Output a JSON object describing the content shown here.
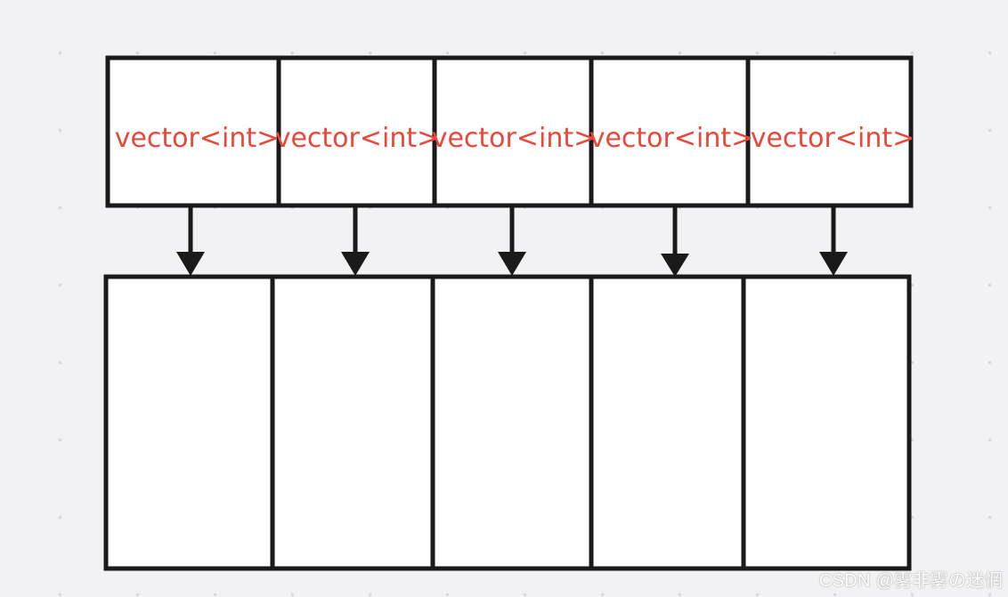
{
  "top_row": {
    "cells": [
      {
        "label": "vector<int>"
      },
      {
        "label": "vector<int>"
      },
      {
        "label": "vector<int>"
      },
      {
        "label": "vector<int>"
      },
      {
        "label": "vector<int>"
      }
    ]
  },
  "bottom_row": {
    "cell_count": 5
  },
  "colors": {
    "background": "#f2f2f4",
    "stroke": "#1a1a1a",
    "label": "#e8473a",
    "cell_fill": "#ffffff"
  },
  "watermark": {
    "text": "CSDN @雾非雾の迷惘"
  }
}
